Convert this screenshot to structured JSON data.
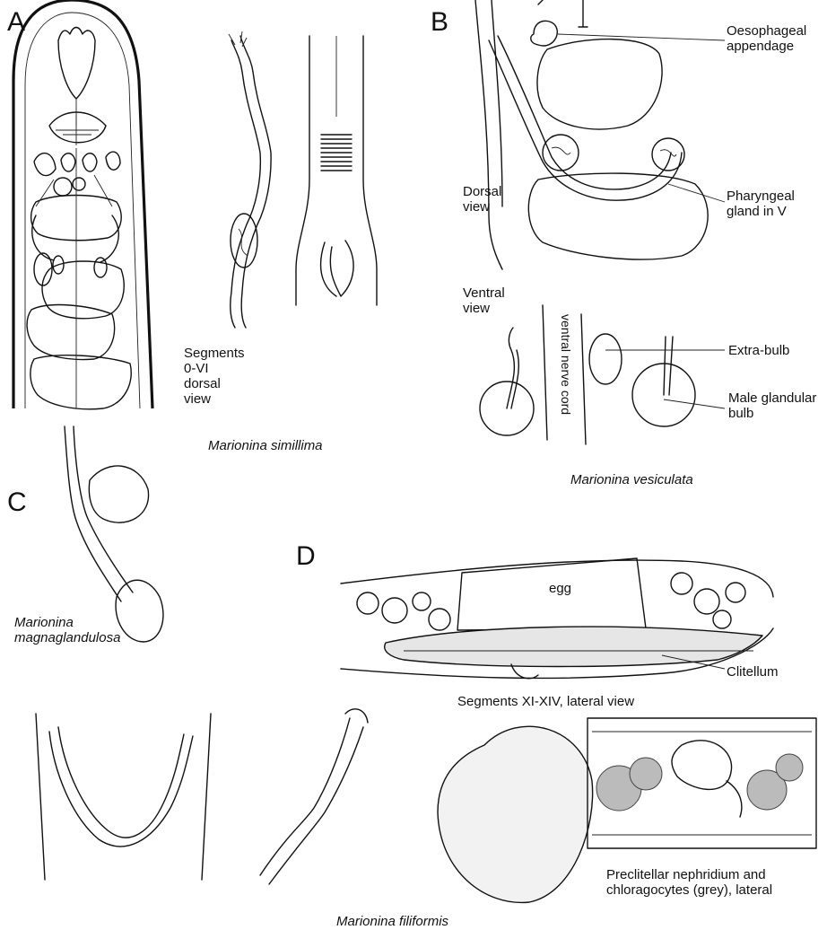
{
  "panels": {
    "A": {
      "letter": "A",
      "caption": [
        "Segments",
        "0-VI",
        "dorsal",
        "view"
      ],
      "species": "Marionina simillima"
    },
    "B": {
      "letter": "B",
      "labels": {
        "oesophageal": [
          "Oesophageal",
          "appendage"
        ],
        "dorsal": [
          "Dorsal",
          "view"
        ],
        "pharyngeal": [
          "Pharyngeal",
          "gland in V"
        ],
        "ventral": [
          "Ventral",
          "view"
        ],
        "nerve_cord": "ventral nerve cord",
        "extra_bulb": "Extra-bulb",
        "male_bulb": [
          "Male glandular",
          "bulb"
        ]
      },
      "species": "Marionina vesiculata"
    },
    "C": {
      "letter": "C",
      "species": [
        "Marionina",
        "magnaglandulosa"
      ]
    },
    "D": {
      "letter": "D",
      "labels": {
        "egg": "egg",
        "clitellum": "Clitellum",
        "segments": "Segments XI-XIV, lateral view",
        "nephridium": [
          "Preclitellar nephridium and",
          "chloragocytes (grey), lateral"
        ]
      },
      "species": "Marionina filiformis"
    }
  }
}
